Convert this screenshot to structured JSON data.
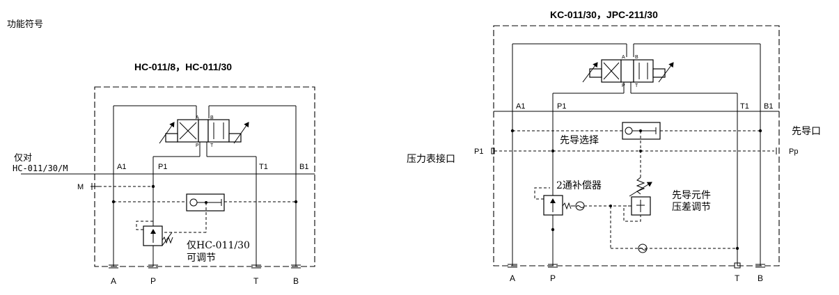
{
  "header": {
    "function_symbol": "功能符号"
  },
  "left": {
    "title": "HC-011/8，HC-011/30",
    "note_line1": "仅对",
    "note_line2": "HC-011/30/M",
    "port_M": "M",
    "labels": {
      "A1": "A1",
      "P1": "P1",
      "T1": "T1",
      "B1": "B1"
    },
    "ports": {
      "A": "A",
      "P": "P",
      "T": "T",
      "B": "B"
    },
    "adjust_line1": "仅HC-011/30",
    "adjust_line2": "可调节",
    "valve_ab": {
      "a": "A",
      "b": "B",
      "p": "P",
      "t": "T"
    }
  },
  "right": {
    "title": "KC-011/30，JPC-211/30",
    "pilot_port": "先导口",
    "gauge_port": "压力表接口",
    "port_P1": "P1",
    "port_Pp": "Pp",
    "pilot_select": "先导选择",
    "compensator": "2通补偿器",
    "pilot_element_line1": "先导元件",
    "pilot_element_line2": "压差调节",
    "labels": {
      "A1": "A1",
      "P1": "P1",
      "T1": "T1",
      "B1": "B1"
    },
    "ports": {
      "A": "A",
      "P": "P",
      "T": "T",
      "B": "B"
    },
    "valve_ab": {
      "a": "A",
      "b": "B",
      "p": "P",
      "t": "T"
    }
  }
}
